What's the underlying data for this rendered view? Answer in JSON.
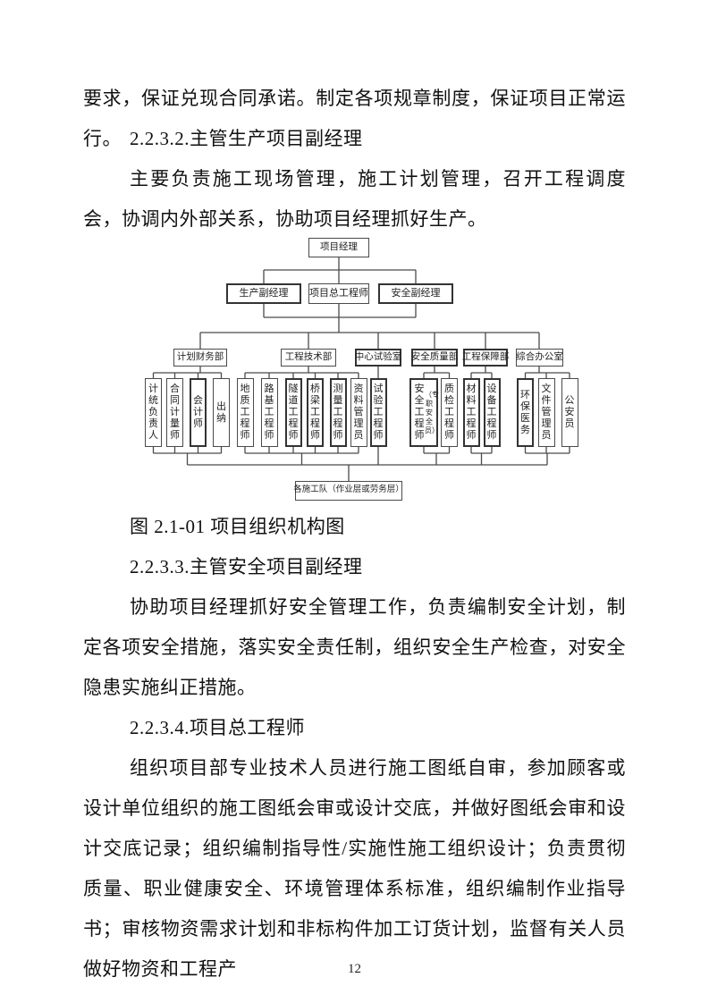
{
  "document": {
    "p_continuation": "要求，保证兑现合同承诺。制定各项规章制度，保证项目正常运行。",
    "heading_2232": "2.2.3.2.主管生产项目副经理",
    "para_2232": "主要负责施工现场管理，施工计划管理，召开工程调度会，协调内外部关系，协助项目经理抓好生产。",
    "figure_caption": "图 2.1-01 项目组织机构图",
    "heading_2233": "2.2.3.3.主管安全项目副经理",
    "para_2233": "协助项目经理抓好安全管理工作，负责编制安全计划，制定各项安全措施，落实安全责任制，组织安全生产检查，对安全隐患实施纠正措施。",
    "heading_2234": "2.2.3.4.项目总工程师",
    "para_2234": "组织项目部专业技术人员进行施工图纸自审，参加顾客或设计单位组织的施工图纸会审或设计交底，并做好图纸会审和设计交底记录；组织编制指导性/实施性施工组织设计；负责贯彻质量、职业健康安全、环境管理体系标准，组织编制作业指导书；审核物资需求计划和非标构件加工订货计划，监督有关人员做好物资和工程产"
  },
  "org_chart": {
    "root": "项目经理",
    "deputies": [
      "生产副经理",
      "项目总工程师",
      "安全副经理"
    ],
    "departments": [
      "计划财务部",
      "工程技术部",
      "中心试验室",
      "安全质量部",
      "工程保障部",
      "综合办公室"
    ],
    "staff": {
      "finance": [
        "计统负责人",
        "合同计量师",
        "会计师",
        "出纳"
      ],
      "tech": [
        "地质工程师",
        "路基工程师",
        "隧道工程师",
        "桥梁工程师",
        "测量工程师",
        "资料管理员"
      ],
      "lab": [
        "试验工程师"
      ],
      "safety_engineer": "安全工程师",
      "safety_engineer_note": "（专职安全员）",
      "safety_inspector": "质检工程师",
      "support": [
        "材料工程师",
        "设备工程师"
      ],
      "office": [
        "环保医务",
        "文件管理员",
        "公安员"
      ]
    },
    "base": "各施工队（作业层或劳务层）"
  },
  "footer": {
    "page_number": "12"
  },
  "colors": {
    "ink": "#111111",
    "line": "#4a4a4a",
    "paper": "#ffffff"
  }
}
